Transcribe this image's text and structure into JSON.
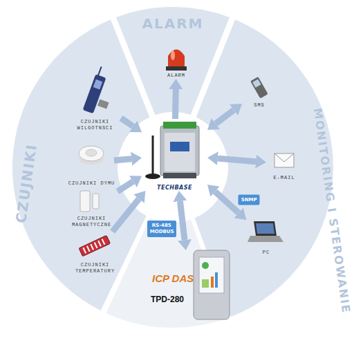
{
  "diagram": {
    "nodes": [
      {
        "text": [
          "TECHBASE"
        ]
      },
      {
        "text": [
          "CZUJNIKI"
        ]
      },
      {
        "text": [
          "CZUJNIKI WILGOTNSCI"
        ],
        "in": 1
      },
      {
        "text": [
          "CZUJNIKI DYMU"
        ],
        "in": 1
      },
      {
        "text": [
          "CZUJNIKI MAGNETYCZNE"
        ],
        "in": 1
      },
      {
        "text": [
          "CZUJNIKI TEMPERATURY"
        ],
        "in": 1
      },
      {
        "text": [
          "ALARM"
        ]
      },
      {
        "text": [
          "ALARM"
        ],
        "in": 6
      },
      {
        "text": [
          "MONITORING I STEROWANIE"
        ]
      },
      {
        "text": [
          "SMS"
        ],
        "in": 8
      },
      {
        "text": [
          "E-MAIL"
        ],
        "in": 8
      },
      {
        "text": [
          "PC"
        ],
        "in": 8
      },
      {
        "text": [
          "ICP DAS",
          "TPD-280"
        ]
      }
    ],
    "edges": [
      {
        "from": 2,
        "to": 0,
        "arrow": "to"
      },
      {
        "from": 3,
        "to": 0,
        "arrow": "to"
      },
      {
        "from": 4,
        "to": 0,
        "arrow": "to"
      },
      {
        "from": 5,
        "to": 0,
        "arrow": "to"
      },
      {
        "from": 0,
        "to": 7,
        "arrow": "to"
      },
      {
        "from": 0,
        "to": 9,
        "arrow": "both"
      },
      {
        "from": 0,
        "to": 10,
        "arrow": "both"
      },
      {
        "from": 0,
        "to": 11,
        "arrow": "both",
        "label": "SNMP"
      },
      {
        "from": 0,
        "to": 12,
        "arrow": "both",
        "label": "RS-485 MODBUS"
      }
    ]
  }
}
